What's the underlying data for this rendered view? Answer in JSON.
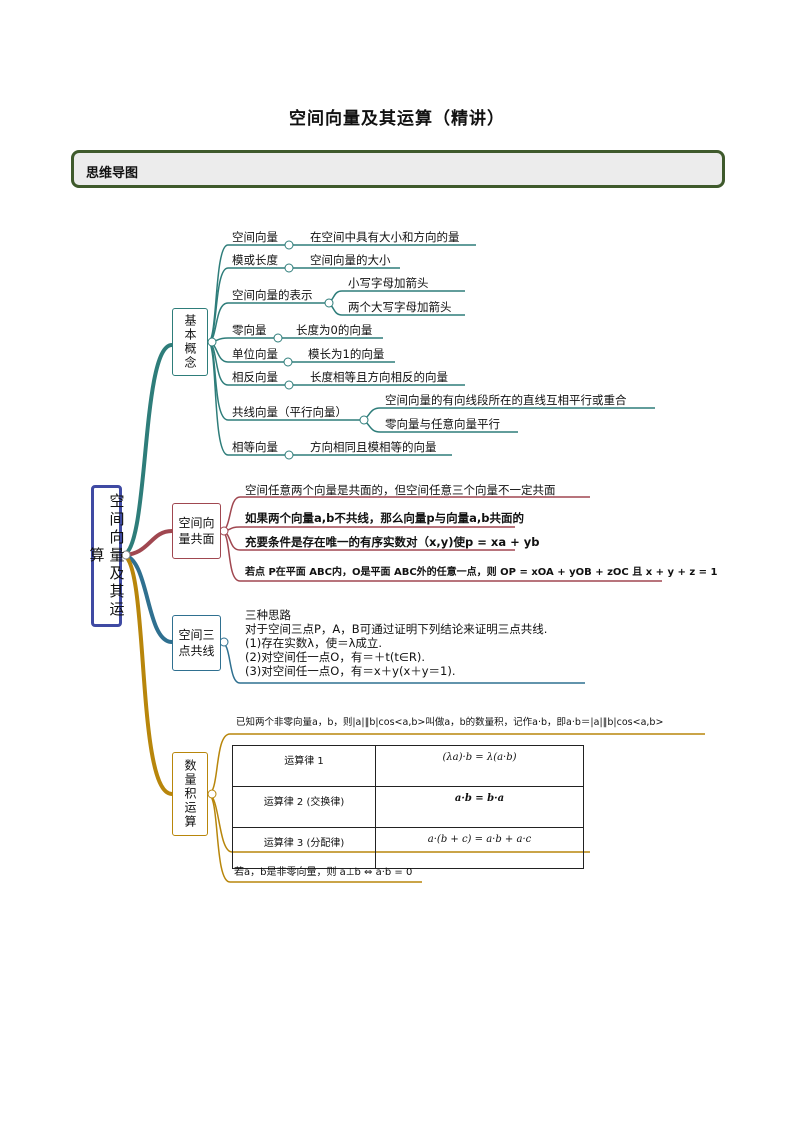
{
  "title": "空间向量及其运算（精讲）",
  "section": "思维导图",
  "root": "空间向量及其运算",
  "basic": {
    "label": "基本概念",
    "items": [
      {
        "name": "空间向量",
        "desc": "在空间中具有大小和方向的量"
      },
      {
        "name": "模或长度",
        "desc": "空间向量的大小"
      },
      {
        "name": "空间向量的表示",
        "subs": [
          "小写字母加箭头",
          "两个大写字母加箭头"
        ]
      },
      {
        "name": "零向量",
        "desc": "长度为0的向量"
      },
      {
        "name": "单位向量",
        "desc": "模长为1的向量"
      },
      {
        "name": "相反向量",
        "desc": "长度相等且方向相反的向量"
      },
      {
        "name": "共线向量（平行向量）",
        "subs": [
          "空间向量的有向线段所在的直线互相平行或重合",
          "零向量与任意向量平行"
        ]
      },
      {
        "name": "相等向量",
        "desc": "方向相同且模相等的向量"
      }
    ]
  },
  "coplanar": {
    "label": "空间向量共面",
    "line1": "空间任意两个向量是共面的，但空间任意三个向量不一定共面",
    "line2": "如果两个向量a,b不共线，那么向量p与向量a,b共面的",
    "line3": "充要条件是存在唯一的有序实数对（x,y)使p = xa + yb",
    "line4": "若点 P在平面 ABC内，O是平面 ABC外的任意一点，则 OP = xOA + yOB + zOC 且 x + y + z = 1"
  },
  "collinear": {
    "label": "空间三点共线",
    "lines": [
      "三种思路",
      "对于空间三点P，A，B可通过证明下列结论来证明三点共线.",
      "(1)存在实数λ，使＝λ成立.",
      "(2)对空间任一点O，有＝＋t(t∈R).",
      "(3)对空间任一点O，有＝x＋y(x＋y＝1)."
    ]
  },
  "dot": {
    "label": "数量积运算",
    "definition": "已知两个非零向量a，b，则|a|‖b|cos<a,b>叫做a，b的数量积，记作a·b，即a·b＝|a|‖b|cos<a,b>",
    "table": [
      {
        "law": "运算律 1",
        "formula": "(λa)·b = λ(a·b)"
      },
      {
        "law": "运算律 2 (交换律)",
        "formula": "a·b = b·a"
      },
      {
        "law": "运算律 3 (分配律)",
        "formula": "a·(b + c) = a·b + a·c"
      }
    ],
    "perpendicular": "若a，b是非零向量，则 a⊥b ⇔ a·b = 0"
  },
  "colors": {
    "teal": "#2e7d7a",
    "maroon": "#a04750",
    "blue_teal": "#2f7090",
    "gold": "#b8860b",
    "root_border": "#3f4aa3",
    "section_border": "#3f5a2c"
  }
}
